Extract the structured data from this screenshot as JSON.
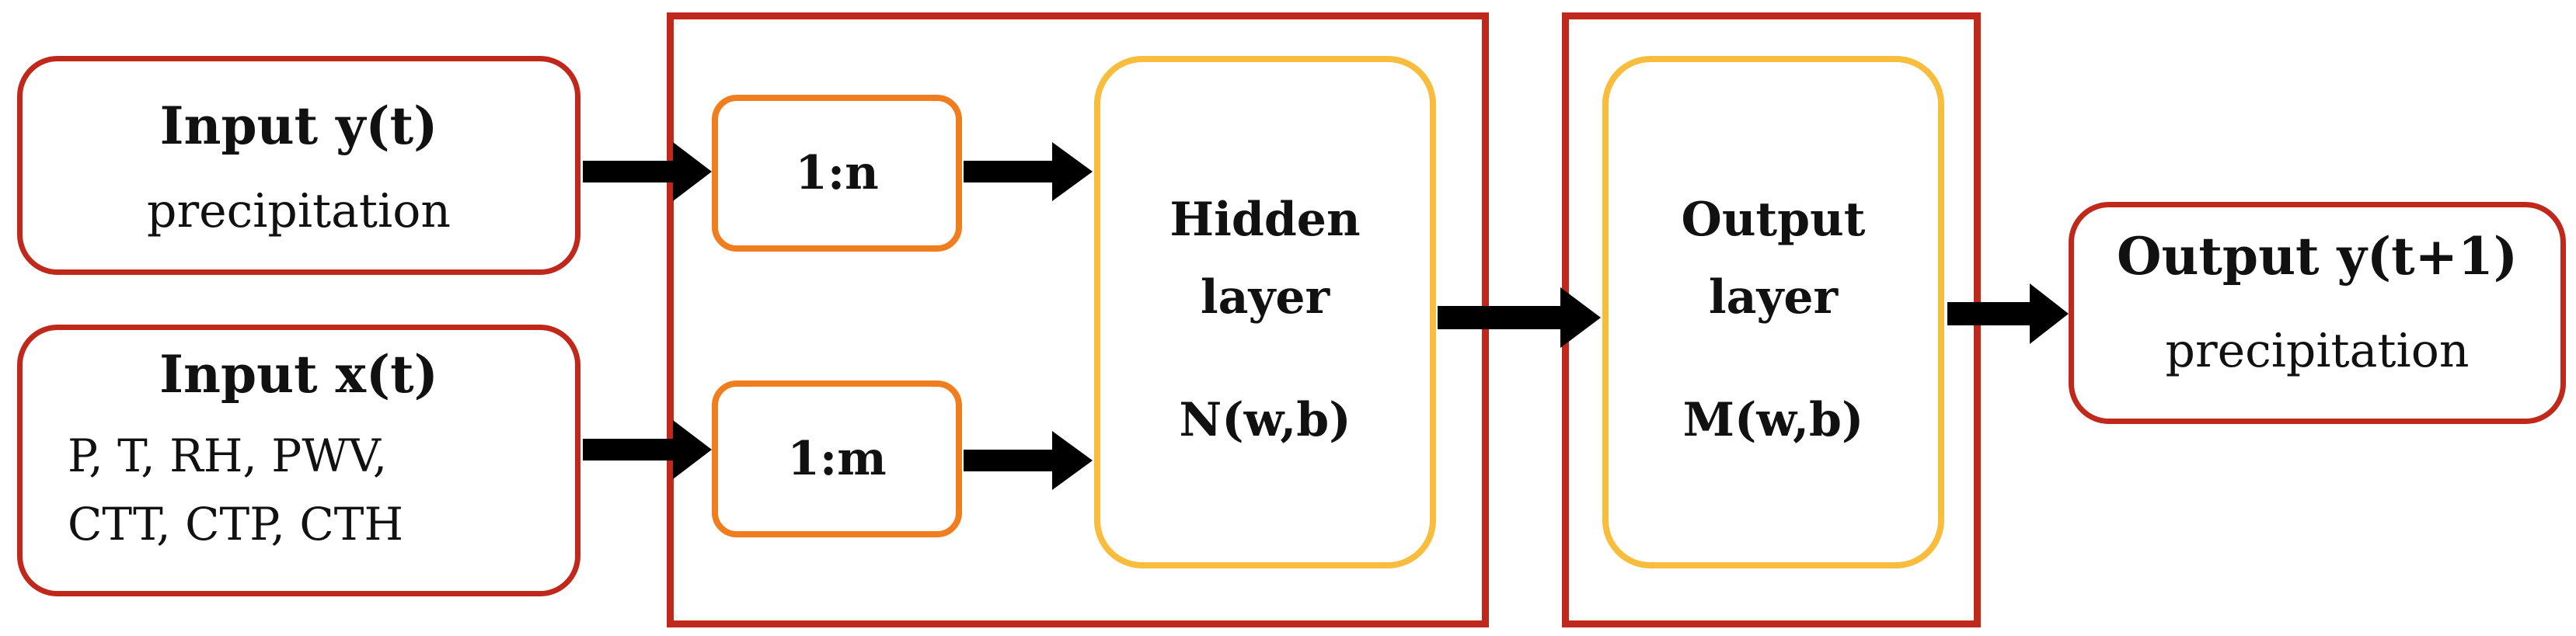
{
  "input_y": {
    "title": "Input y(t)",
    "subtitle": "precipitation"
  },
  "input_x": {
    "title": "Input x(t)",
    "vars_line1": "P, T, RH, PWV,",
    "vars_line2": "CTT, CTP, CTH"
  },
  "delay_n": {
    "label": "1:n"
  },
  "delay_m": {
    "label": "1:m"
  },
  "hidden_layer": {
    "line1": "Hidden",
    "line2": "layer",
    "func": "N(w,b)"
  },
  "output_layer": {
    "line1": "Output",
    "line2": "layer",
    "func": "M(w,b)"
  },
  "output_y": {
    "title": "Output  y(t+1)",
    "subtitle": "precipitation"
  },
  "colors": {
    "frame_red": "#c0281c",
    "delay_orange": "#f07d1e",
    "layer_yellow": "#f8bd3c",
    "arrow_black": "#000000"
  }
}
